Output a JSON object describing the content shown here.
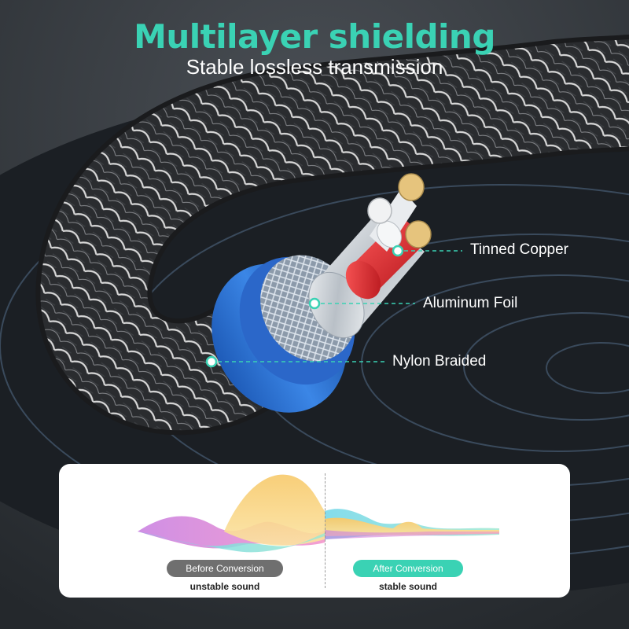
{
  "header": {
    "title": "Multilayer shielding",
    "subtitle": "Stable lossless transmission"
  },
  "callouts": {
    "tinned_copper": "Tinned Copper",
    "aluminum_foil": "Aluminum Foil",
    "nylon_braided": "Nylon Braided"
  },
  "comparison": {
    "before": {
      "label": "Before Conversion",
      "caption": "unstable sound"
    },
    "after": {
      "label": "After Conversion",
      "caption": "stable sound"
    }
  },
  "colors": {
    "accent": "#3ad2b4",
    "background": "#2f343a",
    "cable_braid": "#2a2c2f",
    "braid_thread": "#d8d8d8",
    "sleeve": "#2d6fd2",
    "inner_red": "#e4262c",
    "copper_core": "#e3c27a",
    "before_pill": "#6f6f6f"
  },
  "icons": {
    "callout_dot": "hollow-teal-circle"
  }
}
